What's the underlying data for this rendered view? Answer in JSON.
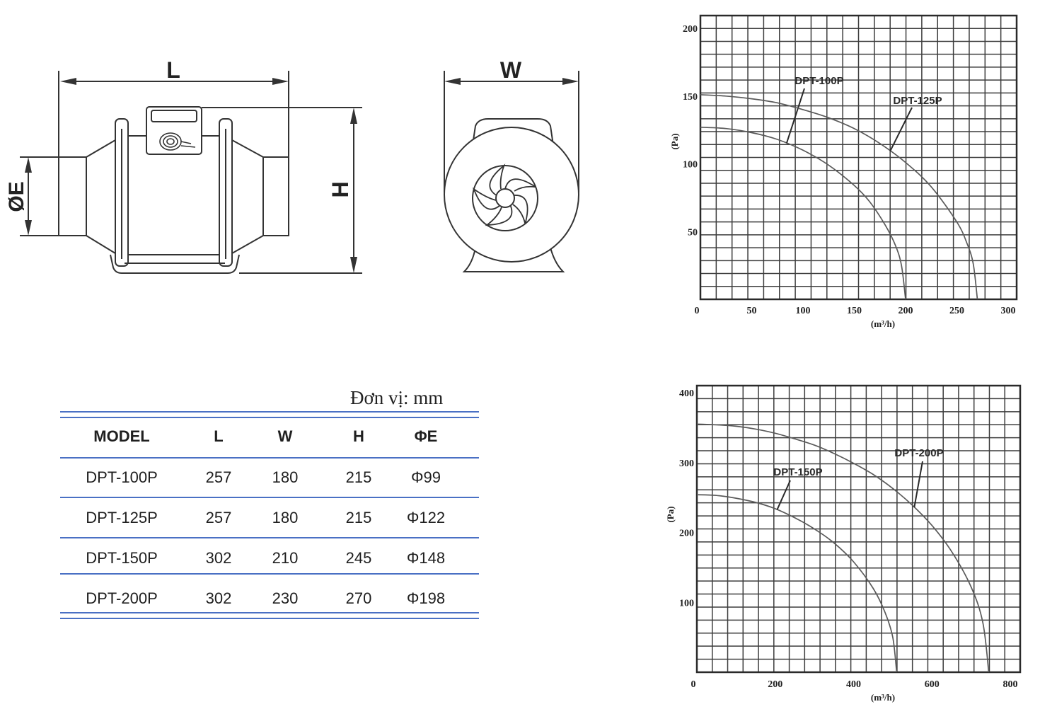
{
  "drawings": {
    "side_view": {
      "length_label": "L",
      "height_label": "H",
      "diameter_label": "ØE"
    },
    "front_view": {
      "width_label": "W"
    }
  },
  "table": {
    "unit_note": "Đơn vị: mm",
    "columns": [
      "MODEL",
      "L",
      "W",
      "H",
      "ΦE"
    ],
    "rows": [
      [
        "DPT-100P",
        "257",
        "180",
        "215",
        "Φ99"
      ],
      [
        "DPT-125P",
        "257",
        "180",
        "215",
        "Φ122"
      ],
      [
        "DPT-150P",
        "302",
        "210",
        "245",
        "Φ148"
      ],
      [
        "DPT-200P",
        "302",
        "230",
        "270",
        "Φ198"
      ]
    ]
  },
  "chart_data": [
    {
      "type": "line",
      "xlabel": "(m³/h)",
      "ylabel": "(Pa)",
      "xlim": [
        0,
        300
      ],
      "ylim": [
        0,
        200
      ],
      "x_ticks": [
        0,
        50,
        100,
        150,
        200,
        250,
        300
      ],
      "y_ticks": [
        50,
        100,
        150,
        200
      ],
      "grid": true,
      "series": [
        {
          "name": "DPT-100P",
          "x": [
            0,
            25,
            50,
            75,
            100,
            125,
            150,
            165,
            180,
            190,
            196,
            200
          ],
          "y": [
            127,
            126,
            123,
            118,
            110,
            99,
            84,
            72,
            55,
            40,
            25,
            0
          ]
        },
        {
          "name": "DPT-125P",
          "x": [
            0,
            25,
            50,
            75,
            100,
            125,
            150,
            175,
            200,
            225,
            250,
            260,
            266,
            270
          ],
          "y": [
            151,
            150,
            148,
            145,
            140,
            134,
            126,
            115,
            101,
            83,
            57,
            41,
            26,
            0
          ]
        }
      ]
    },
    {
      "type": "line",
      "xlabel": "(m³/h)",
      "ylabel": "(Pa)",
      "xlim": [
        0,
        800
      ],
      "ylim": [
        0,
        400
      ],
      "x_ticks": [
        0,
        200,
        400,
        600,
        800
      ],
      "y_ticks": [
        100,
        200,
        300,
        400
      ],
      "grid": true,
      "series": [
        {
          "name": "DPT-150P",
          "x": [
            0,
            50,
            100,
            150,
            200,
            250,
            300,
            350,
            400,
            450,
            480,
            500,
            510
          ],
          "y": [
            254,
            253,
            249,
            243,
            234,
            221,
            205,
            185,
            158,
            120,
            86,
            50,
            0
          ]
        },
        {
          "name": "DPT-200P",
          "x": [
            0,
            50,
            100,
            150,
            200,
            250,
            300,
            350,
            400,
            450,
            500,
            550,
            600,
            650,
            700,
            730,
            745
          ],
          "y": [
            355,
            354,
            352,
            348,
            342,
            334,
            325,
            313,
            299,
            283,
            263,
            239,
            210,
            173,
            122,
            71,
            0
          ]
        }
      ]
    }
  ],
  "colors": {
    "table_rule": "#4a70c4",
    "drawing_line": "#333333",
    "chart_grid": "#3c3c3c",
    "chart_curve": "#5a5a5a"
  }
}
